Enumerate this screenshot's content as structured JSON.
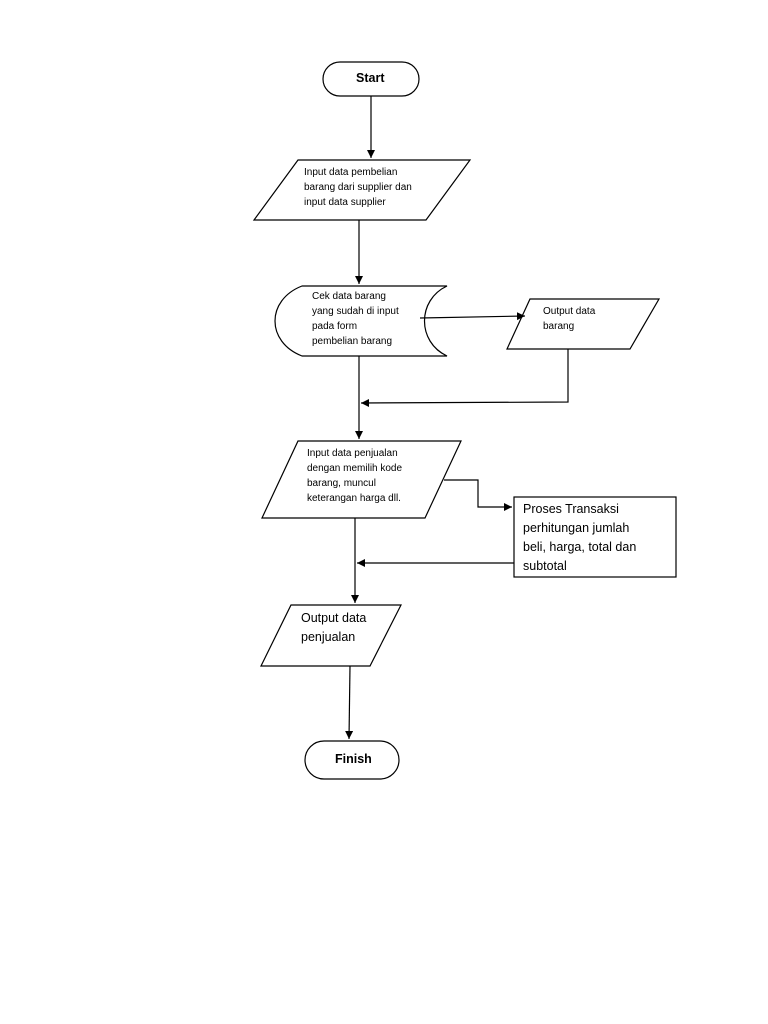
{
  "nodes": {
    "start": "Start",
    "input_pembelian": [
      "Input data pembelian",
      "barang dari supplier dan",
      "input data supplier"
    ],
    "cek_data": [
      "Cek data barang",
      "yang sudah di input",
      "pada form",
      "pembelian barang"
    ],
    "output_barang": [
      "Output data",
      "barang"
    ],
    "input_penjualan": [
      "Input data penjualan",
      "dengan memilih kode",
      "barang, muncul",
      "keterangan harga dll."
    ],
    "proses_transaksi": [
      "Proses Transaksi",
      "perhitungan jumlah",
      "beli, harga, total dan",
      "subtotal"
    ],
    "output_penjualan": [
      "Output data",
      "penjualan"
    ],
    "finish": "Finish"
  },
  "colors": {
    "stroke": "#000000",
    "fill": "#ffffff"
  }
}
